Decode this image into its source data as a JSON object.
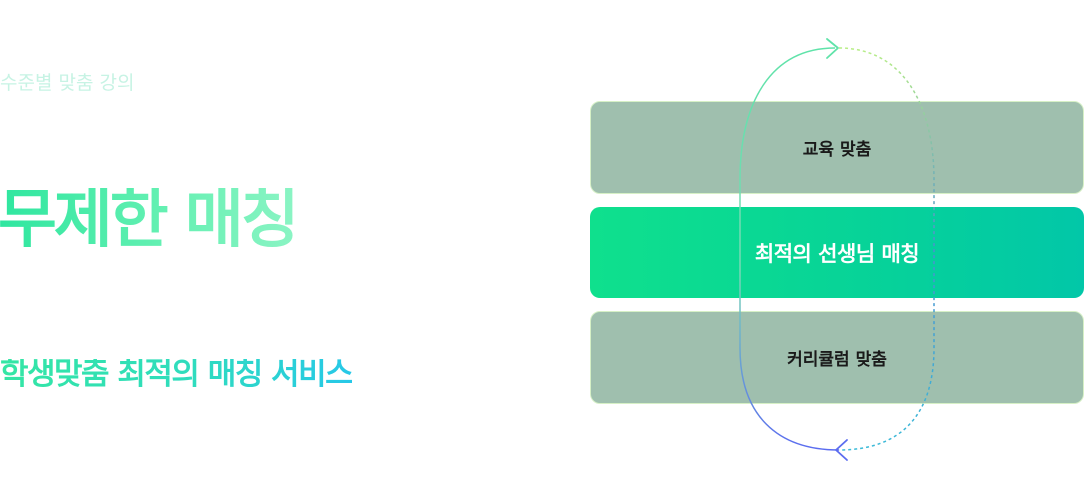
{
  "intro": {
    "eyebrow": "수준별 맞춤 강의",
    "headline": "무제한 매칭",
    "subline": "학생맞춤 최적의 매칭 서비스"
  },
  "diagram": {
    "cards": [
      {
        "label": "교육 맞춤"
      },
      {
        "label": "최적의 선생님 매칭"
      },
      {
        "label": "커리큘럼 맞춤"
      }
    ]
  },
  "colors": {
    "accent_green": "#0fe08d",
    "accent_teal": "#02c7a8",
    "muted_card": "#9fbfae",
    "loop_blue": "#5b6cf0"
  }
}
